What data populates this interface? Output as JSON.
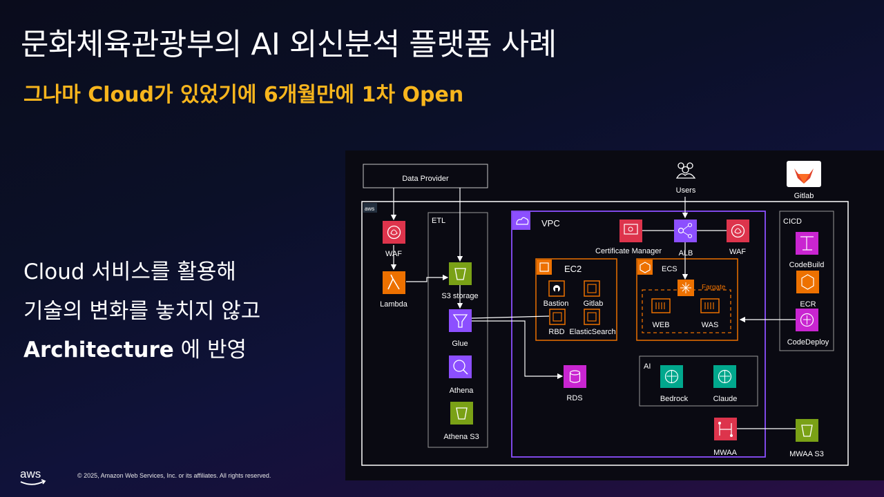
{
  "slide": {
    "title": "문화체육관광부의 AI 외신분석 플랫폼 사례",
    "subtitle": "그나마 Cloud가 있었기에 6개월만에 1차 Open",
    "body_lines": [
      "Cloud 서비스를 활용해",
      "기술의 변화를 놓치지 않고"
    ],
    "body_last_bold": "Architecture",
    "body_last_rest": " 에 반영",
    "footer": "© 2025, Amazon Web Services, Inc. or its affiliates. All rights reserved.",
    "logo_text": "aws"
  },
  "colors": {
    "subtitle": "#f7b51d",
    "security": "#dd344c",
    "compute": "#ed7100",
    "storage": "#7aa116",
    "analytics": "#8c4fff",
    "ml": "#01a88d",
    "database": "#c925d1",
    "vpc": "#8c4fff"
  },
  "diagram": {
    "data_provider": "Data Provider",
    "users": "Users",
    "gitlab": "Gitlab",
    "aws_tag": "aws",
    "groups": {
      "etl": "ETL",
      "vpc": "VPC",
      "ec2": "EC2",
      "ecs": "ECS",
      "fargate": "Fargate",
      "ai": "AI",
      "cicd": "CICD"
    },
    "nodes": {
      "waf_left": "WAF",
      "lambda": "Lambda",
      "s3_storage": "S3 storage",
      "glue": "Glue",
      "athena": "Athena",
      "athena_s3": "Athena S3",
      "certificate_manager": "Certificate Manager",
      "alb": "ALB",
      "waf_right": "WAF",
      "bastion": "Bastion",
      "gitlab_ec2": "Gitlab",
      "rbd": "RBD",
      "elasticsearch": "ElasticSearch",
      "web": "WEB",
      "was": "WAS",
      "rds": "RDS",
      "bedrock": "Bedrock",
      "claude": "Claude",
      "mwaa": "MWAA",
      "mwaa_s3": "MWAA S3",
      "codebuild": "CodeBuild",
      "ecr": "ECR",
      "codedeploy": "CodeDeploy"
    }
  }
}
